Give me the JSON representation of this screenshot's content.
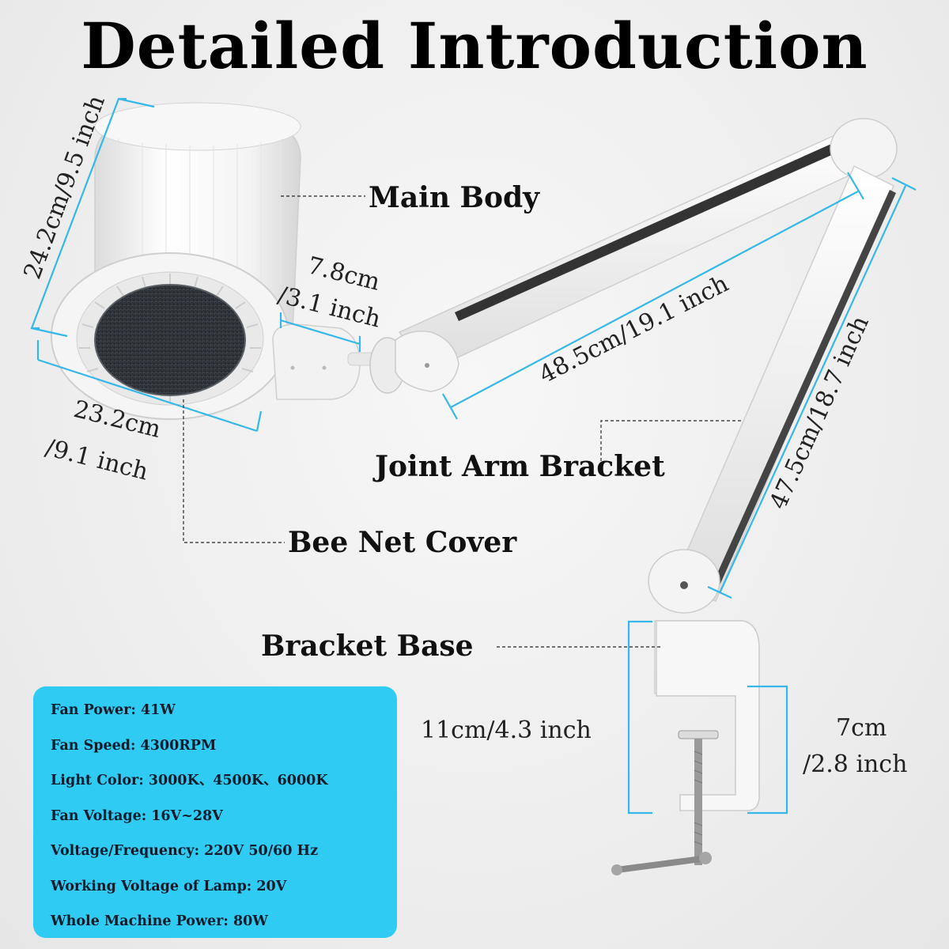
{
  "title": "Detailed Introduction",
  "labels": {
    "main_body": "Main Body",
    "joint_arm_bracket": "Joint Arm Bracket",
    "bee_net_cover": "Bee Net Cover",
    "bracket_base": "Bracket Base"
  },
  "dimensions": {
    "body_height": "24.2cm/9.5 inch",
    "body_depth_line1": "7.8cm",
    "body_depth_line2": "/3.1 inch",
    "body_width_line1": "23.2cm",
    "body_width_line2": "/9.1 inch",
    "upper_arm": "48.5cm/19.1 inch",
    "lower_arm": "47.5cm/18.7 inch",
    "base_height": "11cm/4.3 inch",
    "clamp_opening_line1": "7cm",
    "clamp_opening_line2": "/2.8 inch"
  },
  "specs": [
    "Fan Power: 41W",
    "Fan Speed: 4300RPM",
    "Light Color: 3000K、4500K、6000K",
    "Fan Voltage: 16V~28V",
    "Voltage/Frequency: 220V 50/60 Hz",
    "Working Voltage of Lamp: 20V",
    "Whole Machine Power: 80W"
  ],
  "colors": {
    "accent_blue": "#2fcbf2",
    "dimension_line": "#35b8e8",
    "product_white": "#ffffff",
    "mesh_dark": "#2b3036"
  }
}
